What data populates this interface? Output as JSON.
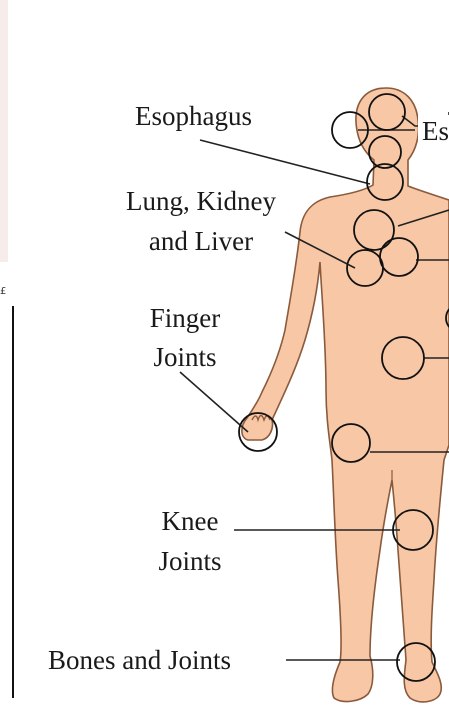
{
  "labels": {
    "esophagus": "Esophagus",
    "lung_kidney_liver_1": "Lung, Kidney",
    "lung_kidney_liver_2": "and Liver",
    "finger_joints_1": "Finger",
    "finger_joints_2": "Joints",
    "knee_joints_1": "Knee",
    "knee_joints_2": "Joints",
    "bones_and_joints": "Bones and Joints",
    "partial_right_label": "Es"
  },
  "left_edge_glyph": "£",
  "colors": {
    "skin": "#f7c7a6",
    "outline": "#8a5a3c",
    "marker_stroke": "#111111",
    "leader_line": "#222222"
  }
}
